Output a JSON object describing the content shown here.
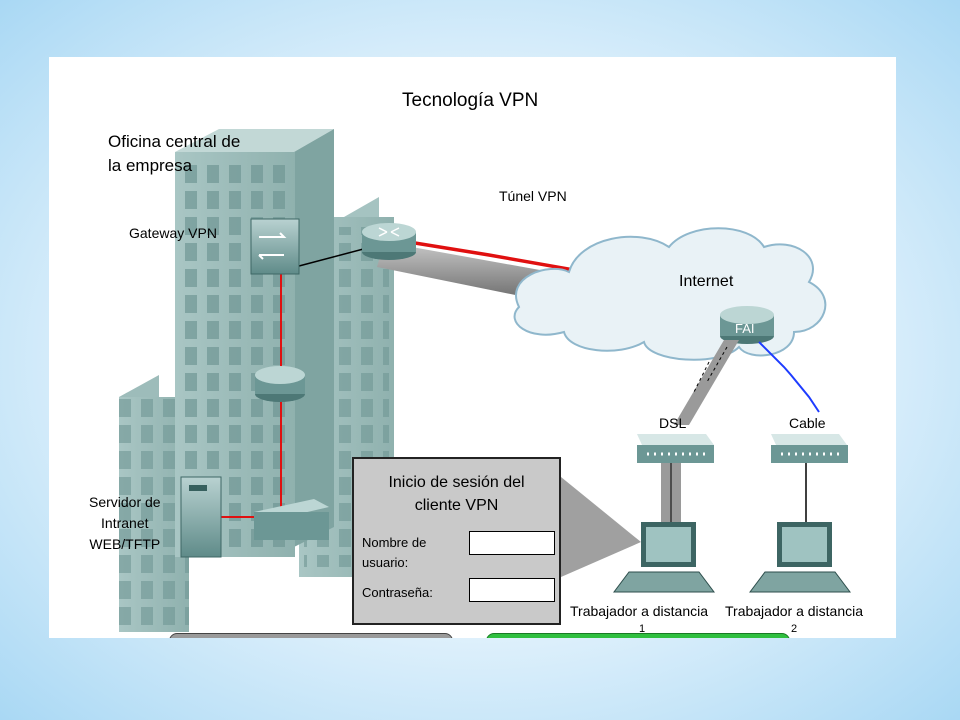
{
  "diagram": {
    "title": "Tecnología VPN",
    "headquarters": "Oficina central de la empresa",
    "gateway_label": "Gateway VPN",
    "server_label_lines": [
      "Servidor de",
      "Intranet",
      "WEB/TFTP"
    ],
    "tunnel_label": "Túnel VPN",
    "internet_label": "Internet",
    "isp_label": "FAI",
    "modem_1": "DSL",
    "modem_2": "Cable",
    "worker_1": "Trabajador a distancia",
    "worker_2": "Trabajador a distancia",
    "login": {
      "title_line_1": "Inicio de sesión del",
      "title_line_2": "cliente VPN",
      "username_line_1": "Nombre de",
      "username_line_2": "usuario:",
      "password_label": "Contraseña:",
      "username_value": "",
      "password_value": ""
    },
    "footer_marks": [
      "1",
      "2"
    ]
  }
}
